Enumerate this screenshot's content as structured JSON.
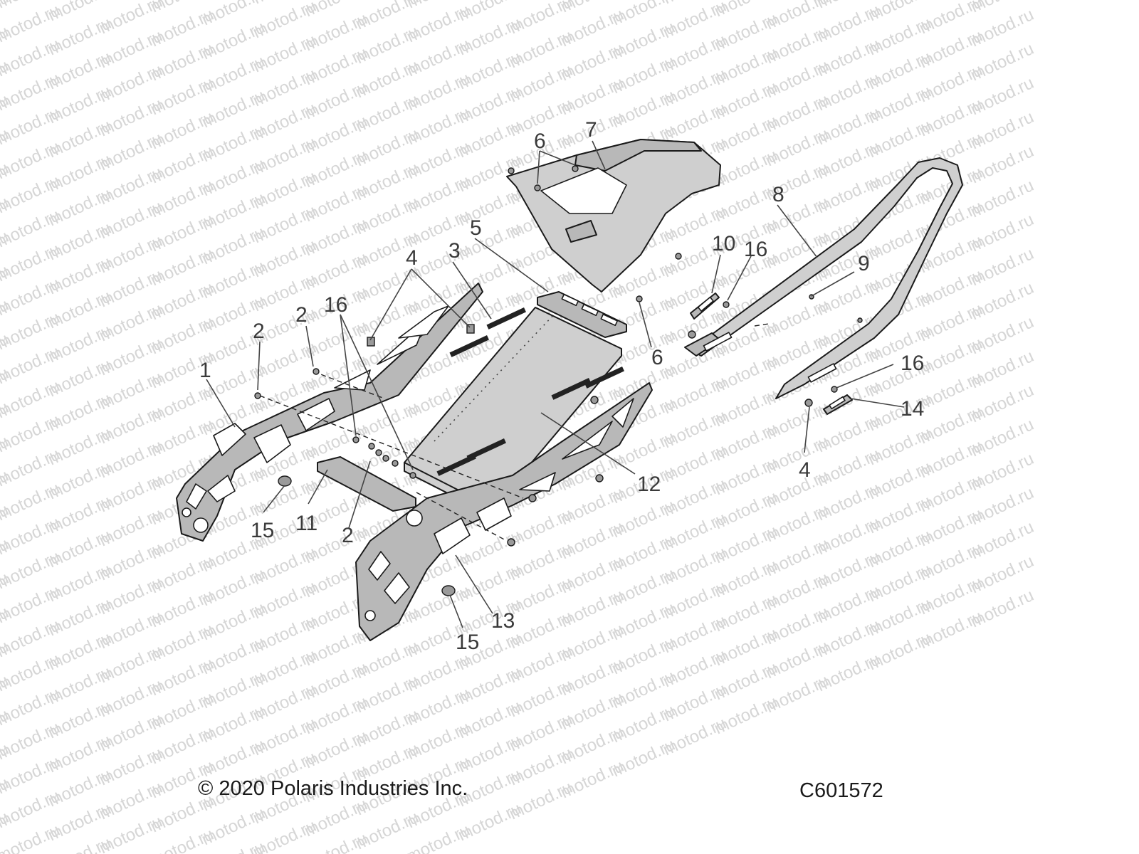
{
  "watermark": "motod.ru",
  "footer": {
    "copyright": "© 2020 Polaris Industries Inc.",
    "code": "C601572"
  },
  "callouts": {
    "c1": "1",
    "c2a": "2",
    "c2b": "2",
    "c2c": "2",
    "c3": "3",
    "c4a": "4",
    "c4b": "4",
    "c5": "5",
    "c6a": "6",
    "c6b": "6",
    "c7": "7",
    "c8": "8",
    "c9": "9",
    "c10": "10",
    "c11": "11",
    "c12": "12",
    "c13": "13",
    "c14": "14",
    "c15a": "15",
    "c15b": "15",
    "c16a": "16",
    "c16b": "16",
    "c16c": "16"
  }
}
